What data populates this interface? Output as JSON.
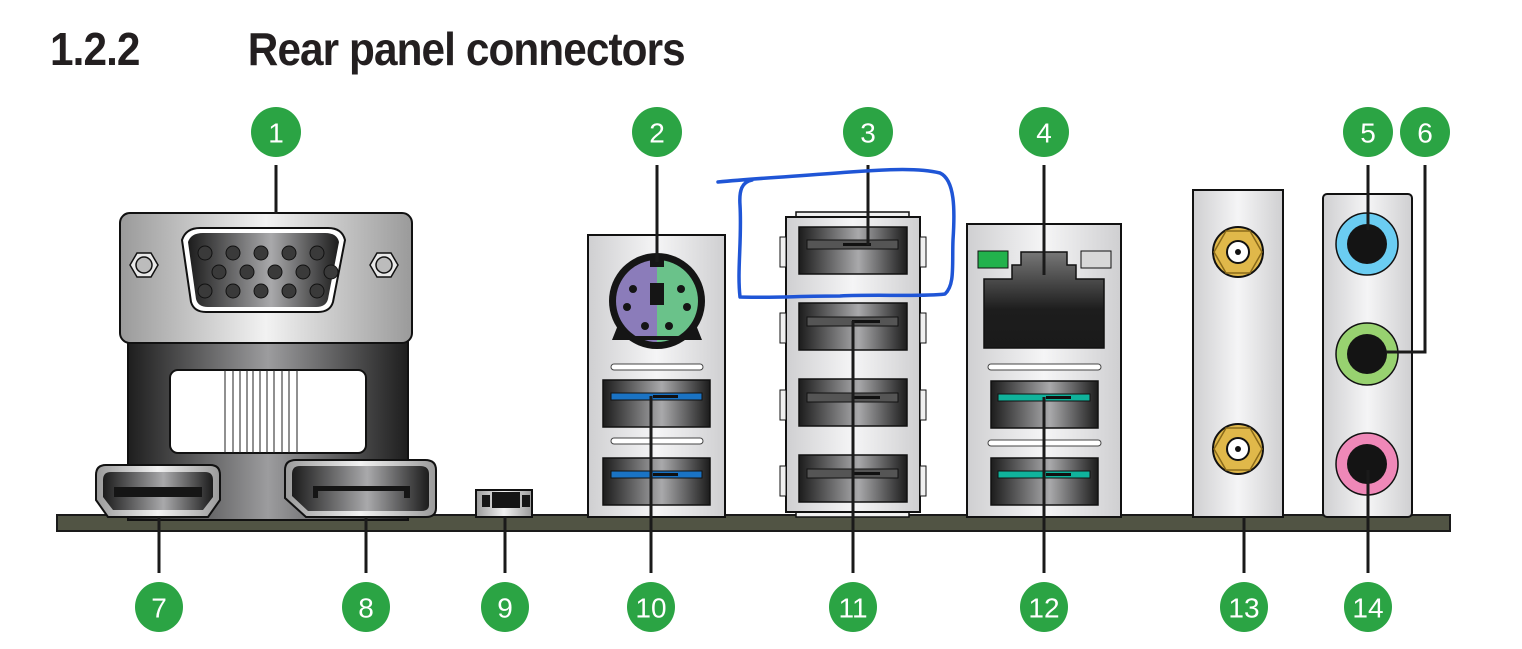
{
  "section": {
    "number": "1.2.2",
    "title": "Rear panel connectors"
  },
  "colors": {
    "badge": "#2ba444",
    "board": "#515444",
    "annotation": "#1f55d6",
    "usb3_blue": "#1a73c4",
    "usb31_teal": "#10b39c",
    "audio_blue": "#6bcdf2",
    "audio_green": "#98d270",
    "audio_pink": "#ef88b8",
    "ps2_purple": "#8b7cba",
    "ps2_green": "#6ac28a",
    "antenna_gold": "#e0b84a",
    "lan_led_green": "#22b24c"
  },
  "callouts_top": [
    {
      "id": "1",
      "label": "1",
      "connector": "VGA port"
    },
    {
      "id": "2",
      "label": "2",
      "connector": "PS/2 combo port"
    },
    {
      "id": "3",
      "label": "3",
      "connector": "USB 2.0 port (top)"
    },
    {
      "id": "4",
      "label": "4",
      "connector": "LAN (RJ-45) port"
    },
    {
      "id": "5",
      "label": "5",
      "connector": "Line In port (light blue)"
    },
    {
      "id": "6",
      "label": "6",
      "connector": "Line Out port (lime)"
    }
  ],
  "callouts_bottom": [
    {
      "id": "7",
      "label": "7",
      "connector": "HDMI port"
    },
    {
      "id": "8",
      "label": "8",
      "connector": "DisplayPort"
    },
    {
      "id": "9",
      "label": "9",
      "connector": "Small button/port"
    },
    {
      "id": "10",
      "label": "10",
      "connector": "USB 3.0 ports (blue)"
    },
    {
      "id": "11",
      "label": "11",
      "connector": "USB 2.0 ports"
    },
    {
      "id": "12",
      "label": "12",
      "connector": "USB 3.1 ports (teal)"
    },
    {
      "id": "13",
      "label": "13",
      "connector": "Wi-Fi antenna ports"
    },
    {
      "id": "14",
      "label": "14",
      "connector": "Microphone port (pink)"
    }
  ],
  "annotation": {
    "type": "hand-drawn highlight",
    "target": "3"
  }
}
